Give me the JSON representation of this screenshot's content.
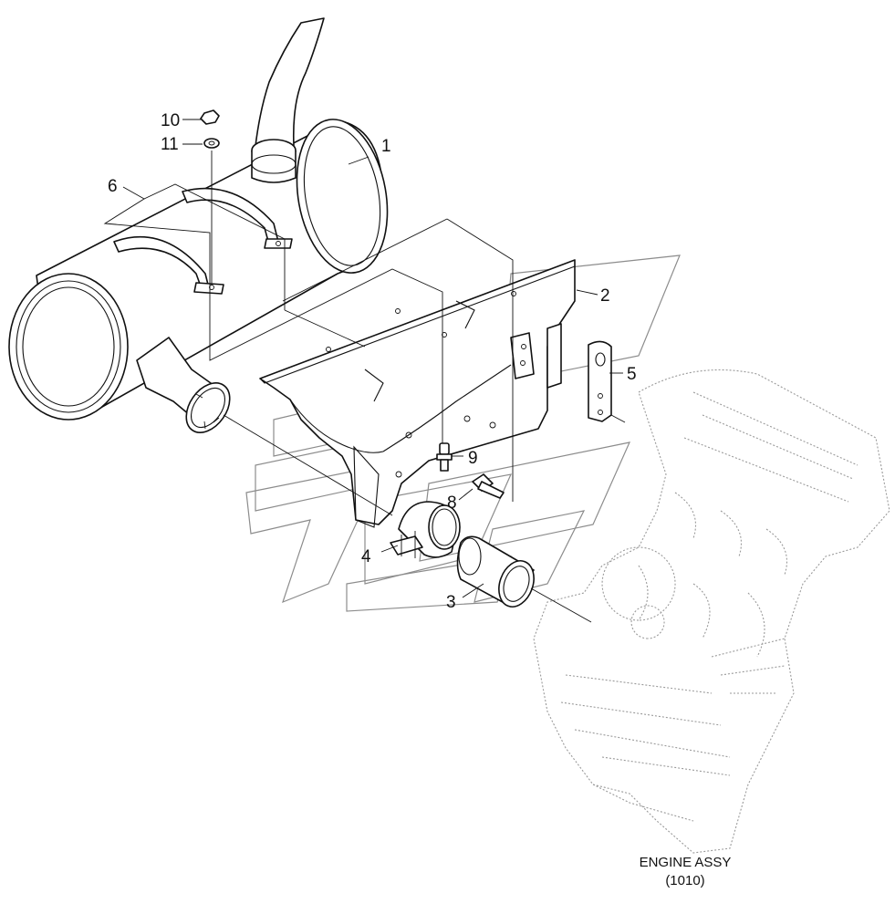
{
  "callouts": [
    {
      "id": "1",
      "text": "1"
    },
    {
      "id": "2",
      "text": "2"
    },
    {
      "id": "3",
      "text": "3"
    },
    {
      "id": "4",
      "text": "4"
    },
    {
      "id": "5",
      "text": "5"
    },
    {
      "id": "6",
      "text": "6"
    },
    {
      "id": "8",
      "text": "8"
    },
    {
      "id": "9",
      "text": "9"
    },
    {
      "id": "10",
      "text": "10"
    },
    {
      "id": "11",
      "text": "11"
    }
  ],
  "reference": {
    "title": "ENGINE ASSY",
    "code": "(1010)"
  }
}
